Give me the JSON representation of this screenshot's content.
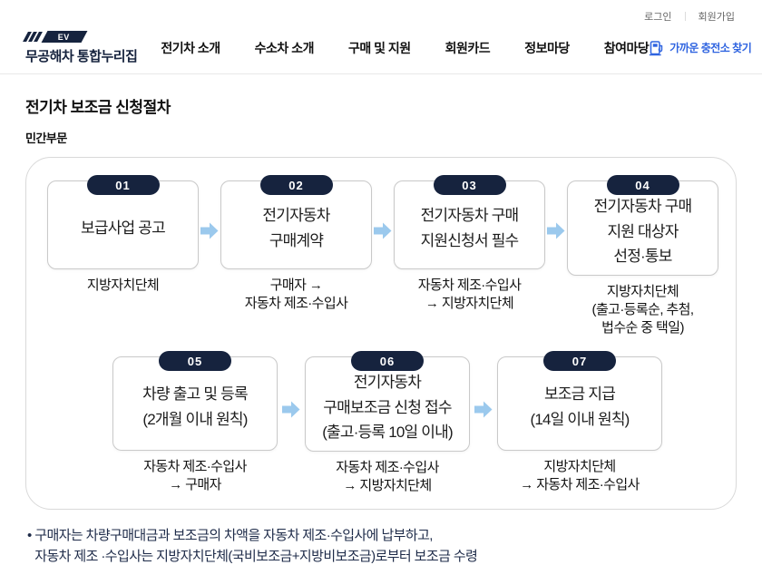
{
  "colors": {
    "navy": "#16233e",
    "arrow": "#9bc9ed",
    "link_blue": "#2f64e0"
  },
  "topbar": {
    "login": "로그인",
    "signup": "회원가입"
  },
  "header": {
    "logo": {
      "badge": "EV",
      "title": "무공해차 통합누리집"
    },
    "nav": [
      "전기차 소개",
      "수소차 소개",
      "구매 및 지원",
      "회원카드",
      "정보마당",
      "참여마당"
    ],
    "charger_link": "가까운 충전소 찾기"
  },
  "page": {
    "title": "전기차 보조금 신청절차",
    "subtitle": "민간부문"
  },
  "flow": {
    "rows": [
      [
        {
          "num": "01",
          "box_lines": [
            "보급사업 공고"
          ],
          "label_lines": [
            "지방자치단체"
          ]
        },
        {
          "num": "02",
          "box_lines": [
            "전기자동차",
            "구매계약"
          ],
          "label_lines": [
            "구매자 →",
            "자동차 제조·수입사"
          ]
        },
        {
          "num": "03",
          "box_lines": [
            "전기자동차 구매",
            "지원신청서 필수"
          ],
          "label_lines": [
            "자동차 제조·수입사",
            "→ 지방자치단체"
          ]
        },
        {
          "num": "04",
          "box_lines": [
            "전기자동차 구매",
            "지원 대상자",
            "선정·통보"
          ],
          "label_lines": [
            "지방자치단체",
            "(출고·등록순, 추첨,",
            "법수순 중 택일)"
          ]
        }
      ],
      [
        {
          "num": "05",
          "box_lines": [
            "차량 출고 및 등록",
            "(2개월 이내 원칙)"
          ],
          "label_lines": [
            "자동차 제조·수입사",
            "→ 구매자"
          ]
        },
        {
          "num": "06",
          "box_lines": [
            "전기자동차",
            "구매보조금 신청 접수",
            "(출고·등록 10일 이내)"
          ],
          "label_lines": [
            "자동차 제조·수입사",
            "→ 지방자치단체"
          ]
        },
        {
          "num": "07",
          "box_lines": [
            "보조금 지급",
            "(14일 이내 원칙)"
          ],
          "label_lines": [
            "지방자치단체",
            "→ 자동차 제조·수입사"
          ]
        }
      ]
    ]
  },
  "note": {
    "bullet": "•",
    "line1": "구매자는 차량구매대금과 보조금의 차액을 자동차 제조·수입사에 납부하고,",
    "line2": "자동차 제조 ·수입사는 지방자치단체(국비보조금+지방비보조금)로부터 보조금 수령"
  }
}
